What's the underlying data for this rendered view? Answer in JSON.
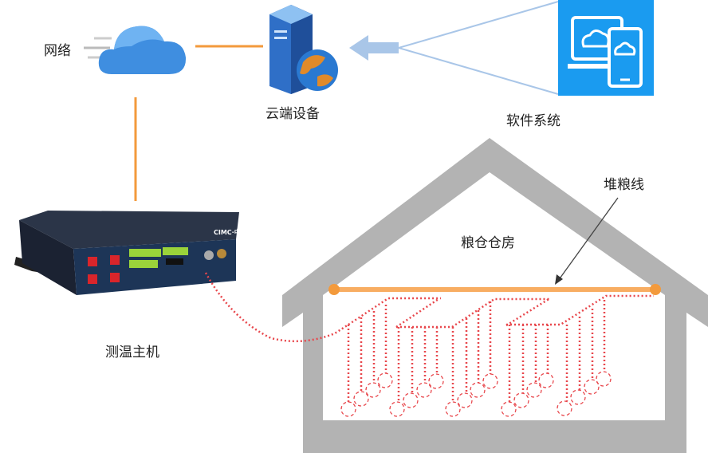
{
  "labels": {
    "network": "网络",
    "cloud_device": "云端设备",
    "software_system": "软件系统",
    "host": "测温主机",
    "granary": "粮仓仓房",
    "grain_line": "堆粮线"
  },
  "device_brand": "CIMC中集",
  "icons": [
    "cloud-icon",
    "server-icon",
    "app-devices-icon",
    "temperature-host-device"
  ],
  "colors": {
    "link_orange": "#f39a3c",
    "cable_red": "#e8474c",
    "house_gray": "#b3b3b3",
    "arrow_blue": "#a9c6e8",
    "app_blue": "#1a9bf0",
    "device_navy": "#1d3557"
  }
}
